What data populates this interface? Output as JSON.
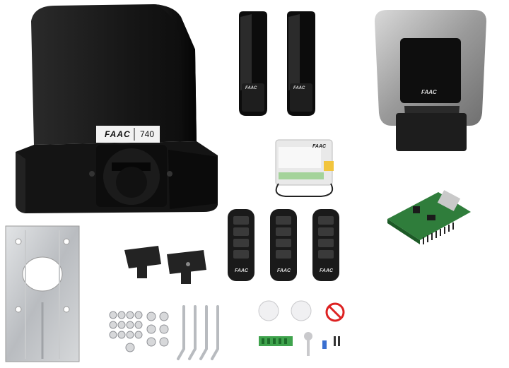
{
  "motor": {
    "brand": "FAAC",
    "model": "740"
  },
  "photocells": {
    "left_brand": "FAAC",
    "right_brand": "FAAC"
  },
  "flashing_lamp": {
    "brand": "FAAC"
  },
  "receiver": {
    "brand": "FAAC"
  },
  "remotes": {
    "brand": "FAAC",
    "count": 3
  }
}
